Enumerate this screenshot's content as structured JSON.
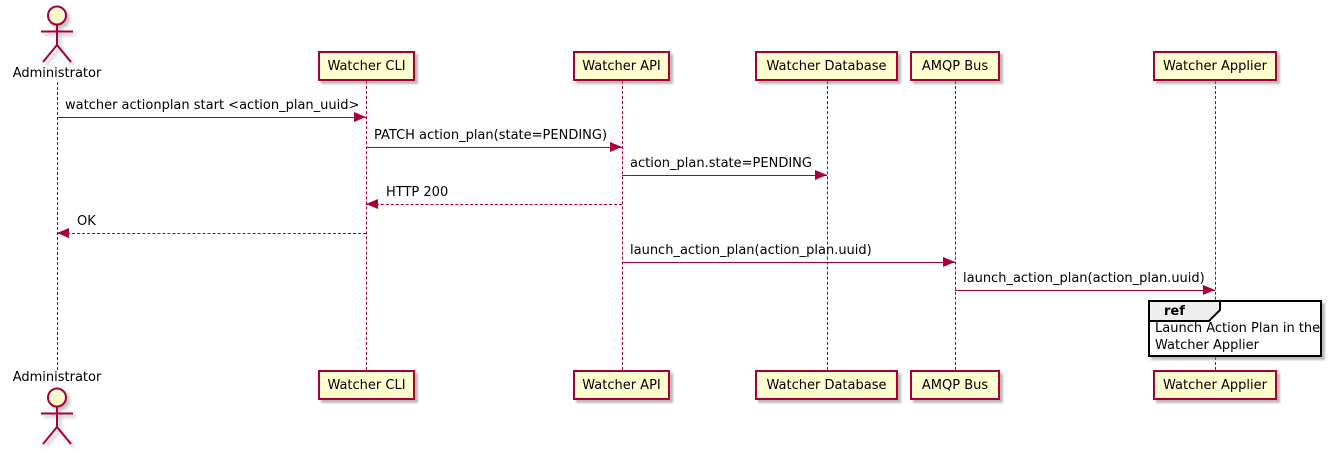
{
  "diagram": {
    "type": "sequence",
    "colors": {
      "participant_fill": "#FEFECE",
      "participant_border": "#A80036",
      "arrow": "#A80036",
      "lifeline": "#A80036",
      "text": "#000000",
      "ref_tab_fill": "#EEEEEE",
      "ref_border": "#000000",
      "background": "#FFFFFF"
    },
    "actor": {
      "name": "Administrator"
    },
    "participants": [
      {
        "label": "Watcher CLI"
      },
      {
        "label": "Watcher API"
      },
      {
        "label": "Watcher Database"
      },
      {
        "label": "AMQP Bus"
      },
      {
        "label": "Watcher Applier"
      }
    ],
    "messages": [
      {
        "from": "Administrator",
        "to": "Watcher CLI",
        "label": "watcher actionplan start <action_plan_uuid>",
        "line": "solid",
        "direction": "right"
      },
      {
        "from": "Watcher CLI",
        "to": "Watcher API",
        "label": "PATCH action_plan(state=PENDING)",
        "line": "solid",
        "direction": "right"
      },
      {
        "from": "Watcher API",
        "to": "Watcher Database",
        "label": "action_plan.state=PENDING",
        "line": "solid",
        "direction": "right"
      },
      {
        "from": "Watcher API",
        "to": "Watcher CLI",
        "label": "HTTP 200",
        "line": "dashed",
        "direction": "left"
      },
      {
        "from": "Watcher CLI",
        "to": "Administrator",
        "label": "OK",
        "line": "dashed",
        "direction": "left"
      },
      {
        "from": "Watcher API",
        "to": "AMQP Bus",
        "label": "launch_action_plan(action_plan.uuid)",
        "line": "solid",
        "direction": "right"
      },
      {
        "from": "AMQP Bus",
        "to": "Watcher Applier",
        "label": "launch_action_plan(action_plan.uuid)",
        "line": "solid",
        "direction": "right"
      }
    ],
    "ref": {
      "keyword": "ref",
      "over": "Watcher Applier",
      "lines": [
        "Launch Action Plan in the",
        "Watcher Applier"
      ]
    }
  }
}
